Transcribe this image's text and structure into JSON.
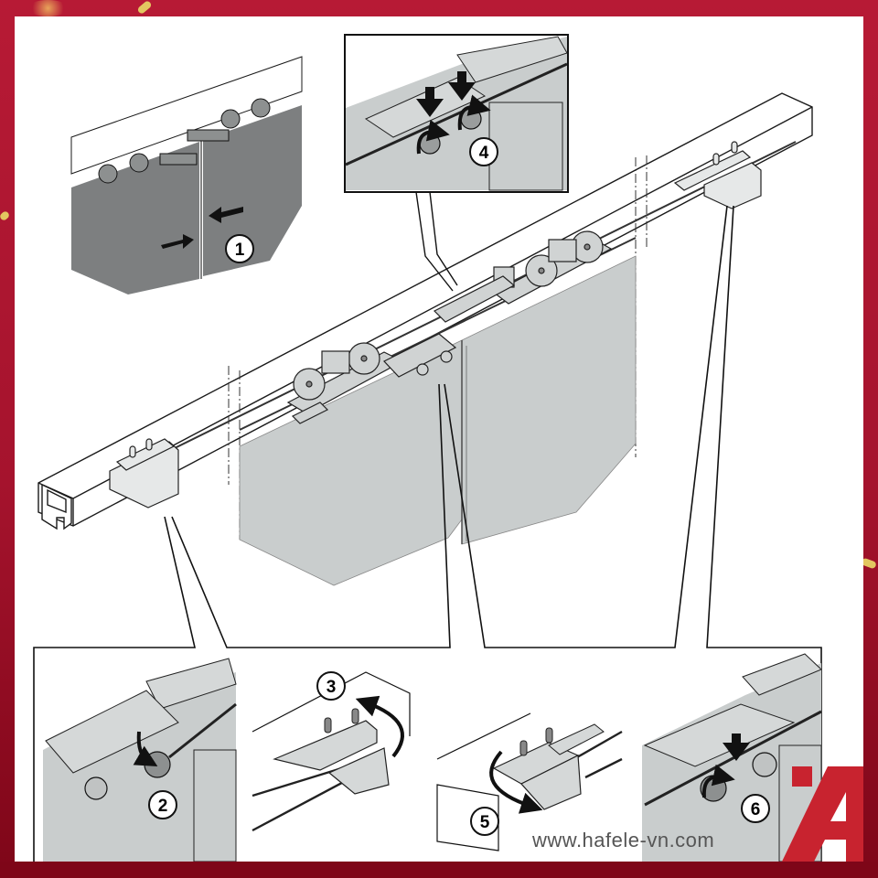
{
  "diagram": {
    "subject": "Sliding door soft-close / synchronisation cable installation",
    "steps": [
      {
        "number": "1",
        "description": "Push door leaves together (arrows toward joint)"
      },
      {
        "number": "2",
        "description": "Tighten cable clamp screw (rotation arrow)"
      },
      {
        "number": "3",
        "description": "Rotate end tensioner into track"
      },
      {
        "number": "4",
        "description": "Press down clamp and tighten screws"
      },
      {
        "number": "5",
        "description": "Rotate tensioner pulley to tension cable"
      },
      {
        "number": "6",
        "description": "Tighten second clamp screw"
      }
    ],
    "detail_panels": {
      "top_left": {
        "step": "1"
      },
      "top_center": {
        "step": "4"
      },
      "bottom": [
        {
          "step": "2"
        },
        {
          "step": "3"
        },
        {
          "step": "5"
        },
        {
          "step": "6"
        }
      ]
    }
  },
  "branding": {
    "website": "www.hafele-vn.com",
    "logo_color": "#c8232f"
  },
  "colors": {
    "frame_red": "#b01a33",
    "frame_dark": "#7e0618",
    "door_dark": "#7d7f80",
    "door_light": "#c9cdcd",
    "line": "#1a1a1a",
    "confetti_gold": "#e3c760"
  }
}
